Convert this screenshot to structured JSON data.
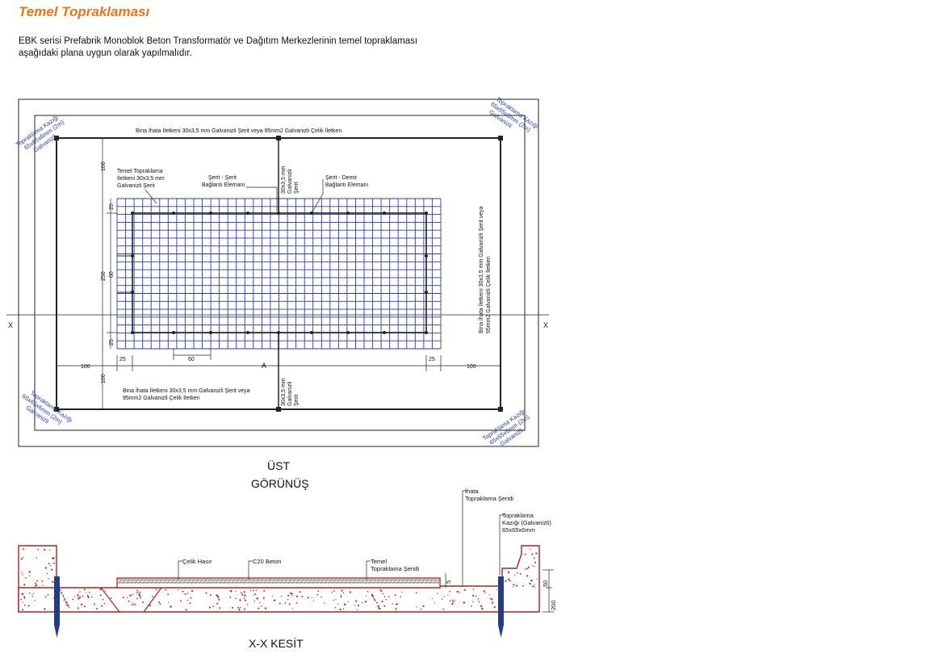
{
  "page": {
    "title": "Temel Topraklaması",
    "intro_line1": "EBK serisi Prefabrik Monoblok Beton Transformatör ve Dağıtım Merkezlerinin temel topraklaması",
    "intro_line2": "aşağıdaki plana uygun olarak yapılmalıdır."
  },
  "colors": {
    "title": "#e8761a",
    "grid": "#2a3aa8",
    "concrete": "#b02020",
    "stake": "#243a8a"
  },
  "plan": {
    "stake_line1": "Topraklama Kazığı",
    "stake_line2": "65x65x6mm (2m)",
    "stake_line3": "Galvanizli",
    "top_conductor": "Bina İhata İletkeni 30x3,5 mm Galvanizli Şerit veya 95mm2 Galvanizli Çelik İletken",
    "bottom_conductor_1": "Bina İhata İletkeni 30x3,5 mm Galvanizli Şerit veya",
    "bottom_conductor_2": "95mm2 Galvanizli Çelik İletken",
    "right_conductor_1": "Bina İhata İletkeni 30x3,5 mm Galvanizli Şerit veya",
    "right_conductor_2": "95mm2 Galvanizli Çelik İletken",
    "found_1": "Temel Topraklama",
    "found_2": "İletkeni 30x3,5 mm",
    "found_3": "Galvanizli Şerit",
    "ss_1": "Şerit - Şerit",
    "ss_2": "Bağlantı Elemanı",
    "sd_1": "Şerit - Demir",
    "sd_2": "Bağlantı Elemanı",
    "strip_1": "30x3,5 mm",
    "strip_2": "Galvanizli",
    "strip_3": "Şerit",
    "dim_100": "100",
    "dim_25": "25",
    "dim_250": "250",
    "dim_60": "60",
    "dim_A": "A",
    "x_label": "X",
    "view_1": "ÜST",
    "view_2": "GÖRÜNÜŞ"
  },
  "section": {
    "perimeter_1": "İhata",
    "perimeter_2": "Topraklama Şeridi",
    "stake_1": "Topraklama",
    "stake_2": "Kazığı (Galvanizli)",
    "stake_3": "65x65x6mm",
    "mesh": "Çelik Hasır",
    "concrete": "C20 Beton",
    "found_1": "Temel",
    "found_2": "Topraklama Şeridi",
    "dim_5": "5",
    "dim_50": "50",
    "dim_200": "200",
    "title": "X-X KESİT"
  }
}
